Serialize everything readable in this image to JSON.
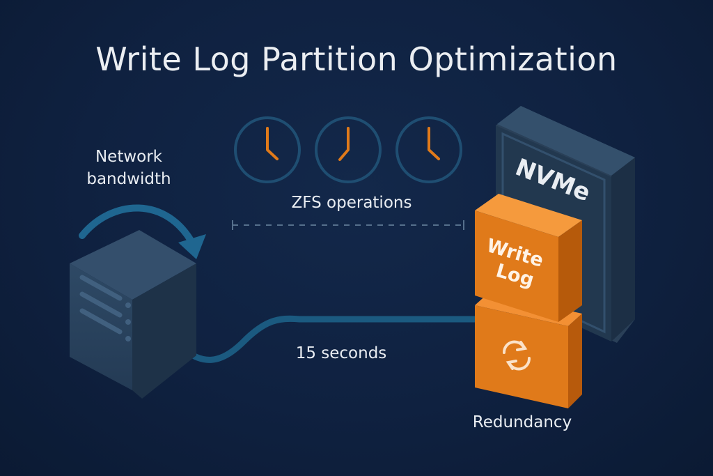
{
  "title": "Write Log Partition Optimization",
  "labels": {
    "network_line1": "Network",
    "network_line2": "bandwidth",
    "zfs_operations": "ZFS operations",
    "duration": "15 seconds",
    "redundancy": "Redundancy"
  },
  "drive_label": "NVMe",
  "write_log_label": {
    "line1": "Write",
    "line2": "Log"
  },
  "icons": [
    "clock-icon",
    "clock-icon",
    "clock-icon",
    "server-icon",
    "refresh-icon",
    "nvme-drive-icon"
  ],
  "colors": {
    "background": "#0f2140",
    "accent_orange": "#e07a1a",
    "flow_blue": "#1e5f86",
    "server_blue": "#2b4460",
    "text": "#e9edf2"
  }
}
